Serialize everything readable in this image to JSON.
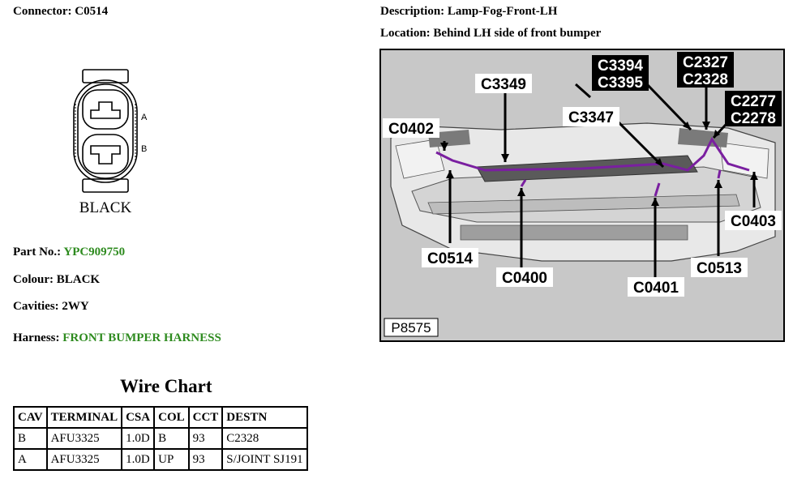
{
  "connector": {
    "label": "Connector:",
    "value": "C0514"
  },
  "description": {
    "label": "Description:",
    "value": "Lamp-Fog-Front-LH"
  },
  "location": {
    "label": "Location:",
    "value": "Behind LH side of front bumper"
  },
  "drawing": {
    "pin_a": "A",
    "pin_b": "B",
    "colour_text": "BLACK"
  },
  "part_no": {
    "label": "Part No.:",
    "value": "YPC909750"
  },
  "colour": {
    "label": "Colour:",
    "value": "BLACK"
  },
  "cavities": {
    "label": "Cavities:",
    "value": "2WY"
  },
  "harness": {
    "label": "Harness:",
    "value": "FRONT BUMPER HARNESS"
  },
  "wire_chart": {
    "title": "Wire Chart",
    "headers": [
      "CAV",
      "TERMINAL",
      "CSA",
      "COL",
      "CCT",
      "DESTN"
    ],
    "rows": [
      [
        "B",
        "AFU3325",
        "1.0D",
        "B",
        "93",
        "C2328"
      ],
      [
        "A",
        "AFU3325",
        "1.0D",
        "UP",
        "93",
        "S/JOINT SJ191"
      ]
    ]
  },
  "diagram": {
    "figure_id": "P8575",
    "callouts": {
      "c3394_c3395": [
        "C3394",
        "C3395"
      ],
      "c2327_c2328": [
        "C2327",
        "C2328"
      ],
      "c2277_c2278": [
        "C2277",
        "C2278"
      ],
      "c3349": "C3349",
      "c3347": "C3347",
      "c0402": "C0402",
      "c0514": "C0514",
      "c0400": "C0400",
      "c0401": "C0401",
      "c0513": "C0513",
      "c0403": "C0403"
    }
  },
  "colors": {
    "link_green": "#2e8b1f",
    "harness_purple": "#7a1fa0",
    "diagram_bg": "#c8c8c8"
  }
}
